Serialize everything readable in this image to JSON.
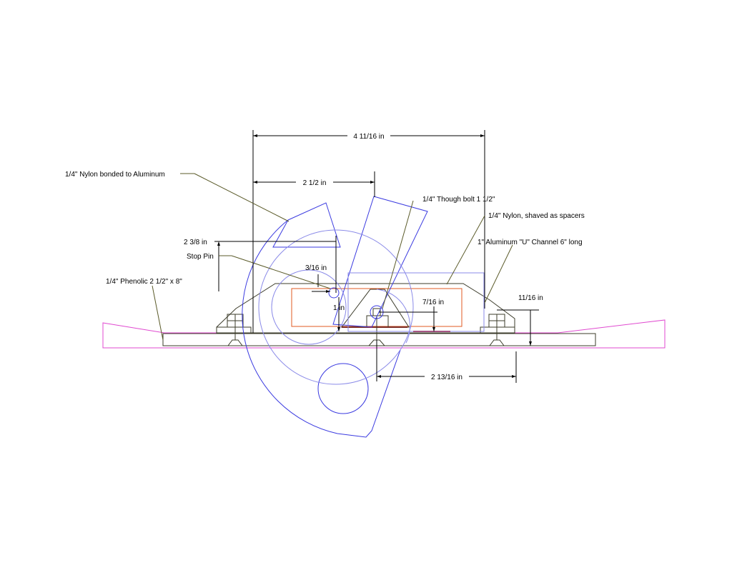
{
  "dimensions": {
    "overall_width": "4 11/16 in",
    "pivot_offset": "2 1/2 in",
    "height": "2 3/8 in",
    "pin_offset": "3/16 in",
    "rise": "1 in",
    "bolt_rise": "7/16 in",
    "channel_height": "11/16 in",
    "bolt_to_end": "2 13/16 in"
  },
  "callouts": {
    "nylon_bonded": "1/4\" Nylon bonded to Aluminum",
    "through_bolt": "1/4\" Though bolt 1 1/2\"",
    "nylon_spacers": "1/4\"  Nylon, shaved as spacers",
    "aluminum_channel": "1\" Aluminum \"U\" Channel  6\" long",
    "stop_pin": "Stop Pin",
    "phenolic": "1/4\" Phenolic 2 1/2\" x 8\""
  },
  "colors": {
    "dimension_lines": "#000000",
    "leader_lines": "#5b5b2a",
    "cam_outline": "#3a3ae0",
    "ski_outline": "#e04ad0",
    "spacer_outline": "#e05a20",
    "nylon_strip": "#c02020"
  }
}
